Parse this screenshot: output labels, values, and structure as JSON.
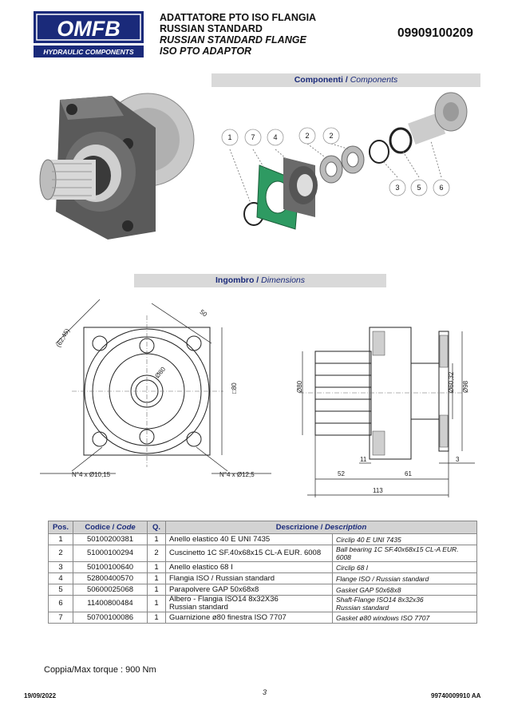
{
  "header": {
    "logo_text": "OMFB",
    "logo_sub": "HYDRAULIC COMPONENTS",
    "title_lines": [
      "ADATTATORE PTO ISO FLANGIA",
      "RUSSIAN STANDARD",
      "RUSSIAN STANDARD FLANGE",
      "ISO PTO ADAPTOR"
    ],
    "part_code": "09909100209"
  },
  "sections": {
    "components_it": "Componenti /",
    "components_en": "Components",
    "dimensions_it": "Ingombro /",
    "dimensions_en": "Dimensions"
  },
  "callouts": [
    "1",
    "7",
    "4",
    "2",
    "2",
    "3",
    "5",
    "6"
  ],
  "dimensions": {
    "d_6245": "(62,45)",
    "d_50": "50",
    "d_80dia": "Ø80",
    "d_80sq": "□80",
    "holes_left": "N°4 x Ø10,15",
    "holes_right": "N°4 x Ø12,5",
    "side_80": "Ø80",
    "side_6032": "Ø60,32",
    "side_98": "Ø98",
    "d_11": "11",
    "d_3": "3",
    "d_52": "52",
    "d_61": "61",
    "d_113": "113"
  },
  "table": {
    "headers": {
      "pos": "Pos.",
      "code_it": "Codice /",
      "code_en": "Code",
      "qty": "Q.",
      "desc_it": "Descrizione /",
      "desc_en": "Description"
    },
    "rows": [
      {
        "pos": "1",
        "code": "50100200381",
        "qty": "1",
        "desc_it": "Anello elastico 40 E UNI 7435",
        "desc_en": "Circlip 40 E UNI 7435"
      },
      {
        "pos": "2",
        "code": "51000100294",
        "qty": "2",
        "desc_it": "Cuscinetto 1C SF.40x68x15 CL-A EUR. 6008",
        "desc_en": "Ball bearing 1C SF.40x68x15 CL-A EUR. 6008"
      },
      {
        "pos": "3",
        "code": "50100100640",
        "qty": "1",
        "desc_it": "Anello elastico 68 I",
        "desc_en": "Circlip 68 I"
      },
      {
        "pos": "4",
        "code": "52800400570",
        "qty": "1",
        "desc_it": "Flangia ISO / Russian standard",
        "desc_en": "Flange ISO / Russian standard"
      },
      {
        "pos": "5",
        "code": "50600025068",
        "qty": "1",
        "desc_it": "Parapolvere GAP 50x68x8",
        "desc_en": "Gasket GAP 50x68x8"
      },
      {
        "pos": "6",
        "code": "11400800484",
        "qty": "1",
        "desc_it": "Albero - Flangia ISO14 8x32X36",
        "desc_it2": "Russian standard",
        "desc_en": "Shaft-Flange ISO14 8x32x36",
        "desc_en2": "Russian standard"
      },
      {
        "pos": "7",
        "code": "50700100086",
        "qty": "1",
        "desc_it": "Guarnizione ø80 finestra ISO 7707",
        "desc_en": "Gasket ø80 windows ISO 7707"
      }
    ]
  },
  "footer": {
    "torque": "Coppia/Max torque : 900 Nm",
    "date": "19/09/2022",
    "page": "3",
    "ref": "99740009910  AA"
  }
}
